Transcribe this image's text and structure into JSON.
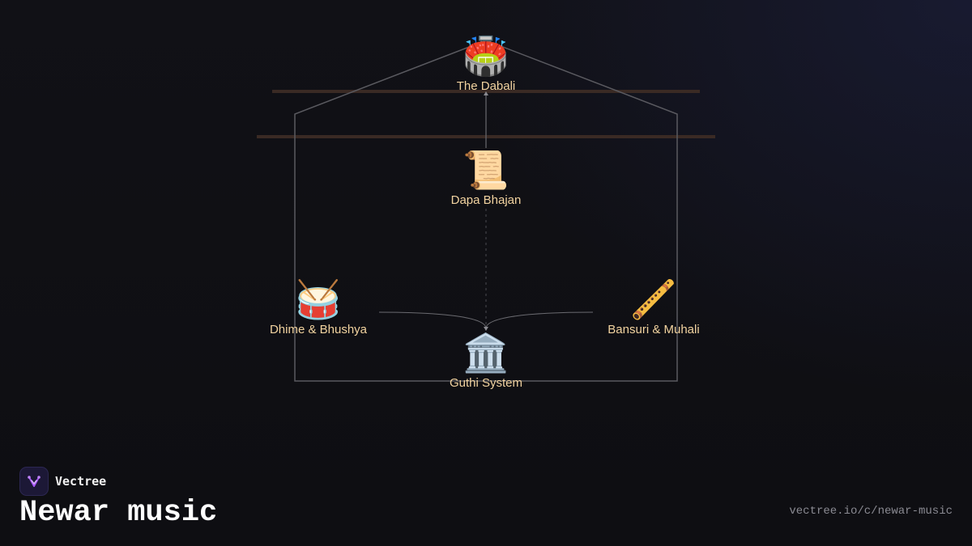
{
  "diagram": {
    "nodes": [
      {
        "id": "dabali",
        "label": "The Dabali",
        "icon": "stadium-icon",
        "emoji": "🏟️"
      },
      {
        "id": "dapa",
        "label": "Dapa Bhajan",
        "icon": "scroll-icon",
        "emoji": "📜"
      },
      {
        "id": "dhime",
        "label": "Dhime & Bhushya",
        "icon": "drum-icon",
        "emoji": "🥁"
      },
      {
        "id": "bansuri",
        "label": "Bansuri & Muhali",
        "icon": "flute-icon",
        "emoji": "🪈"
      },
      {
        "id": "guthi",
        "label": "Guthi System",
        "icon": "classical-building-icon",
        "emoji": "🏛️"
      }
    ],
    "colors": {
      "label": "#f2d3a0",
      "outline": "#5a5a60",
      "beam": "#3a2a24",
      "background": "#0f0f13"
    }
  },
  "brand": {
    "name": "Vectree",
    "logo_icon": "vectree-logo-icon",
    "accent": "#a855f7"
  },
  "title": "Newar music",
  "url": "vectree.io/c/newar-music"
}
